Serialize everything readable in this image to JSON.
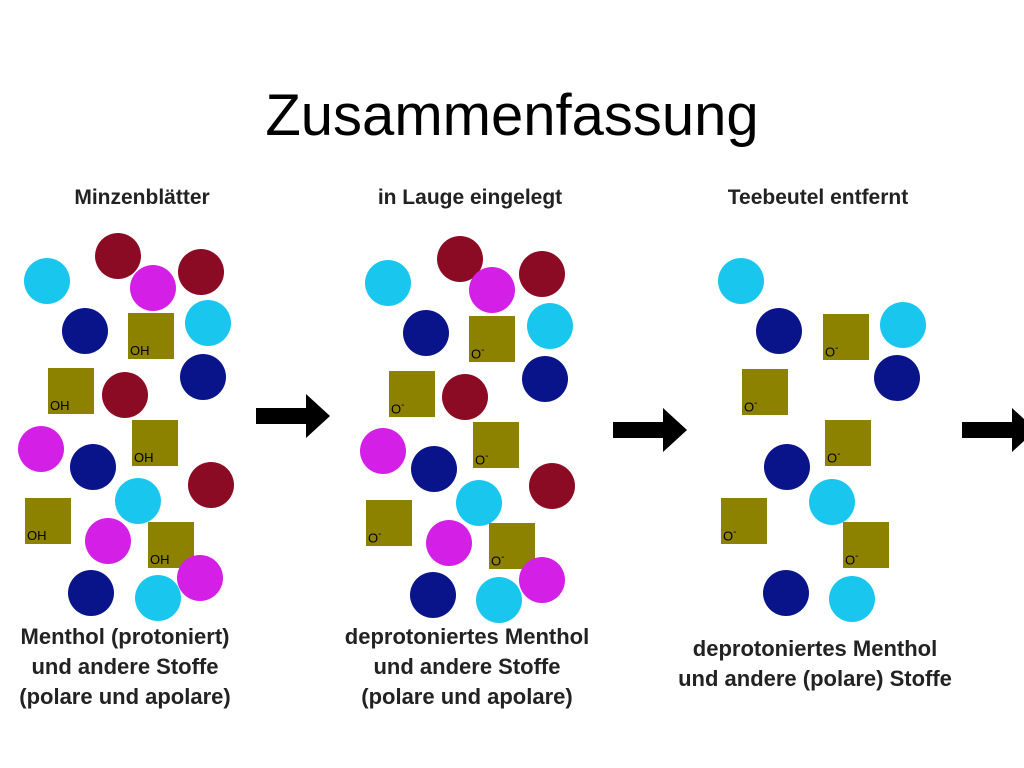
{
  "title": "Zusammenfassung",
  "colors": {
    "light_blue": "#19c7ee",
    "dark_blue": "#0a148a",
    "magenta": "#d41fe6",
    "maroon": "#8c0b24",
    "olive": "#8c8200",
    "arrow": "#000000"
  },
  "panels": [
    {
      "heading": "Minzenblätter",
      "caption": [
        "Menthol (protoniert)",
        "und andere Stoffe",
        "(polare und apolare)"
      ],
      "square_label": "OH",
      "charged": false
    },
    {
      "heading": "in Lauge eingelegt",
      "caption": [
        "deprotoniertes Menthol",
        "und andere Stoffe",
        "(polare und apolare)"
      ],
      "square_label": "O",
      "charged": true
    },
    {
      "heading": "Teebeutel entfernt",
      "caption": [
        "deprotoniertes Menthol",
        "und andere (polare) Stoffe"
      ],
      "square_label": "O",
      "charged": true
    }
  ],
  "charge_sign": "-"
}
